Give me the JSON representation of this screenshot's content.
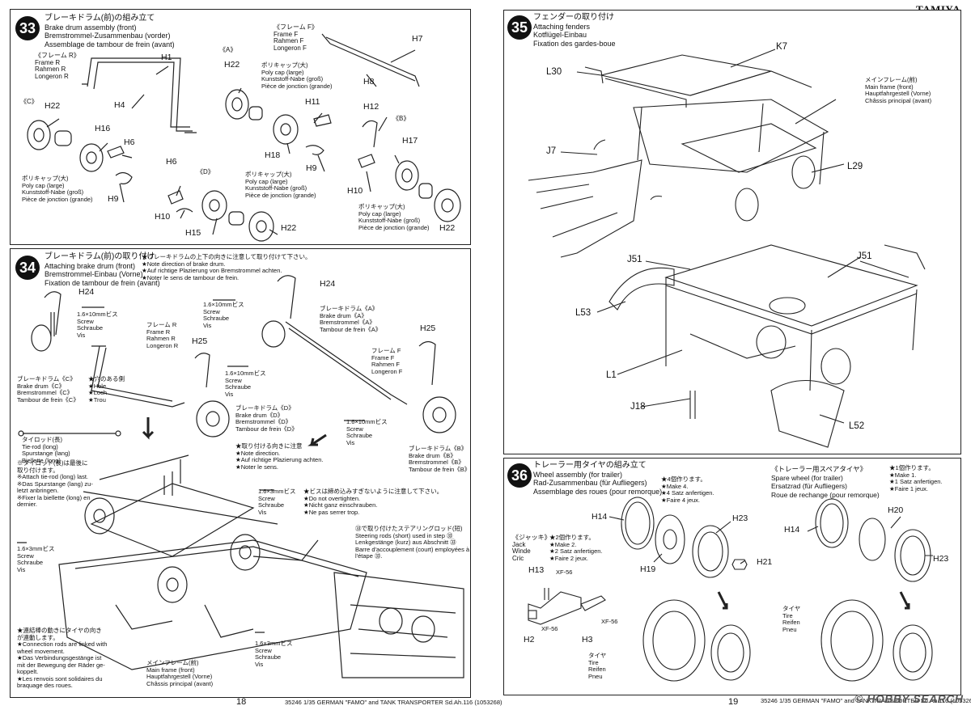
{
  "brand": "TAMIYA",
  "pages": {
    "left": "18",
    "right": "19"
  },
  "footer": {
    "left": "35246 1/35 GERMAN \"FAMO\" and TANK TRANSPORTER Sd.Ah.116 (1053268)",
    "right": "35246 1/35 GERMAN \"FAMO\" and TANK TRANSPORTER Sd.Ah.116 (1053268)"
  },
  "watermark": "© HOBBY SEARCH",
  "step33": {
    "num": "33",
    "title_jp": "ブレーキドラム(前)の組み立て",
    "title_en": "Brake drum assembly (front)",
    "title_de": "Bremstrommel-Zusammenbau (vorder)",
    "title_fr": "Assemblage de tambour de frein (avant)",
    "frameR": "《フレーム R》\nFrame R\nRahmen R\nLongeron R",
    "frameF": "《フレーム F》\nFrame F\nRahmen F\nLongeron F",
    "polycap": "ポリキャップ(大)\nPoly cap (large)\nKunststoff-Nabe (groß)\nPièce de jonction (grande)",
    "labels": {
      "H1": "H1",
      "H4": "H4",
      "H7": "H7",
      "H8": "H8",
      "A": "《A》",
      "B": "《B》",
      "C": "《C》",
      "D": "《D》",
      "H22": "H22",
      "H16": "H16",
      "H6": "H6",
      "H9": "H9",
      "H18": "H18",
      "H11": "H11",
      "H12": "H12",
      "H17": "H17",
      "H10": "H10",
      "H15": "H15"
    }
  },
  "step34": {
    "num": "34",
    "title_jp": "ブレーキドラム(前)の取り付け",
    "title_en": "Attaching brake drum (front)",
    "title_de": "Bremstrommel-Einbau (Vorne)",
    "title_fr": "Fixation de tambour de frein (avant)",
    "warn": "★ブレーキドラムの上下の向きに注意して取り付けて下さい。\n★Note direction of brake drum.\n★Auf richtige Plazierung von Bremstrommel achten.\n★Noter le sens de tambour de frein.",
    "screw10": "1.6×10mmビス\nScrew\nSchraube\nVis",
    "screw3": "1.6×3mmビス\nScrew\nSchraube\nVis",
    "frameR": "フレーム R\nFrame R\nRahmen R\nLongeron R",
    "frameF": "フレーム F\nFrame F\nRahmen F\nLongeron F",
    "drumA": "ブレーキドラム《A》\nBrake drum《A》\nBremstrommel《A》\nTambour de frein《A》",
    "drumB": "ブレーキドラム《B》\nBrake drum《B》\nBremstrommel《B》\nTambour de frein《B》",
    "drumC": "ブレーキドラム《C》\nBrake drum《C》\nBremstrommel《C》\nTambour de frein《C》",
    "drumD": "ブレーキドラム《D》\nBrake drum《D》\nBremstrommel《D》\nTambour de frein《D》",
    "hole": "★穴のある側\n★Hole\n★Loch\n★Trou",
    "tierod": "タイロッド(長)\nTie-rod (long)\nSpurstange (lang)\nBiellette (long)",
    "tierod_note": "※タイロッド(長)は最後に\n取り付けます。\n※Attach tie-rod (long) last.\n※Das Spurstange (lang) zu-\nletzt anbringen.\n※Fixer la biellette (long) en\ndernier.",
    "direction": "★取り付ける向きに注意\n★Note direction.\n★Auf richtige Plazierung achten.\n★Noter le sens.",
    "no_overtighten": "★ビスは締め込みすぎないように注意して下さい。\n★Do not overtighten.\n★Nicht ganz einschrauben.\n★Ne pas serrer trop.",
    "steering": "㉝で取り付けたステアリングロッド(短)\nSteering rods (short) used in step ㉝\nLenkgestänge (kurz) aus Abschnitt ㉝\nBarre d'accouplement (court) employées à\nl'étape ㉝.",
    "linked": "★連結棒の動きにタイヤの向き\nが連動します。\n★Connection rods are linked with\nwheel movement.\n★Das Verbindungsgestänge ist\nmit der Bewegung der Räder ge-\nkoppelt.\n★Les renvois sont solidaires du\nbraquage des roues.",
    "mainframe": "メインフレーム(前)\nMain frame (front)\nHauptfahrgestell (Vorne)\nChâssis principal (avant)",
    "labels": {
      "H24": "H24",
      "H25": "H25"
    }
  },
  "step35": {
    "num": "35",
    "title_jp": "フェンダーの取り付け",
    "title_en": "Attaching fenders",
    "title_de": "Kotflügel-Einbau",
    "title_fr": "Fixation des gardes-boue",
    "mainframe": "メインフレーム(前)\nMain frame (front)\nHauptfahrgestell (Vorne)\nChâssis principal (avant)",
    "labels": {
      "K7": "K7",
      "L30": "L30",
      "J7": "J7",
      "L29": "L29",
      "J51": "J51",
      "L53": "L53",
      "L1": "L1",
      "J18": "J18",
      "L52": "L52"
    }
  },
  "step36": {
    "num": "36",
    "title_jp": "トレーラー用タイヤの組み立て",
    "title_en": "Wheel assembly (for trailer)",
    "title_de": "Rad-Zusammenbau (für Aufliegers)",
    "title_fr": "Assemblage des roues (pour remorque)",
    "make4": "★4個作ります。\n★Make 4.\n★4 Satz anfertigen.\n★Faire 4 jeux.",
    "spare_title": "《トレーラー用スペアタイヤ》\nSpare wheel (for trailer)\nErsatzrad (für Aufliegers)\nRoue de rechange (pour remorque)",
    "make1": "★1個作ります。\n★Make 1.\n★1 Satz anfertigen.\n★Faire 1 jeux.",
    "jack": "《ジャッキ》\nJack\nWinde\nCric",
    "make2": "★2個作ります。\n★Make 2.\n★2 Satz anfertigen.\n★Faire 2 jeux.",
    "tire": "タイヤ\nTire\nReifen\nPneu",
    "labels": {
      "H14": "H14",
      "H23": "H23",
      "H21": "H21",
      "H19": "H19",
      "H20": "H20",
      "H13": "H13",
      "H2": "H2",
      "H3": "H3",
      "XF56": "XF-56"
    }
  }
}
